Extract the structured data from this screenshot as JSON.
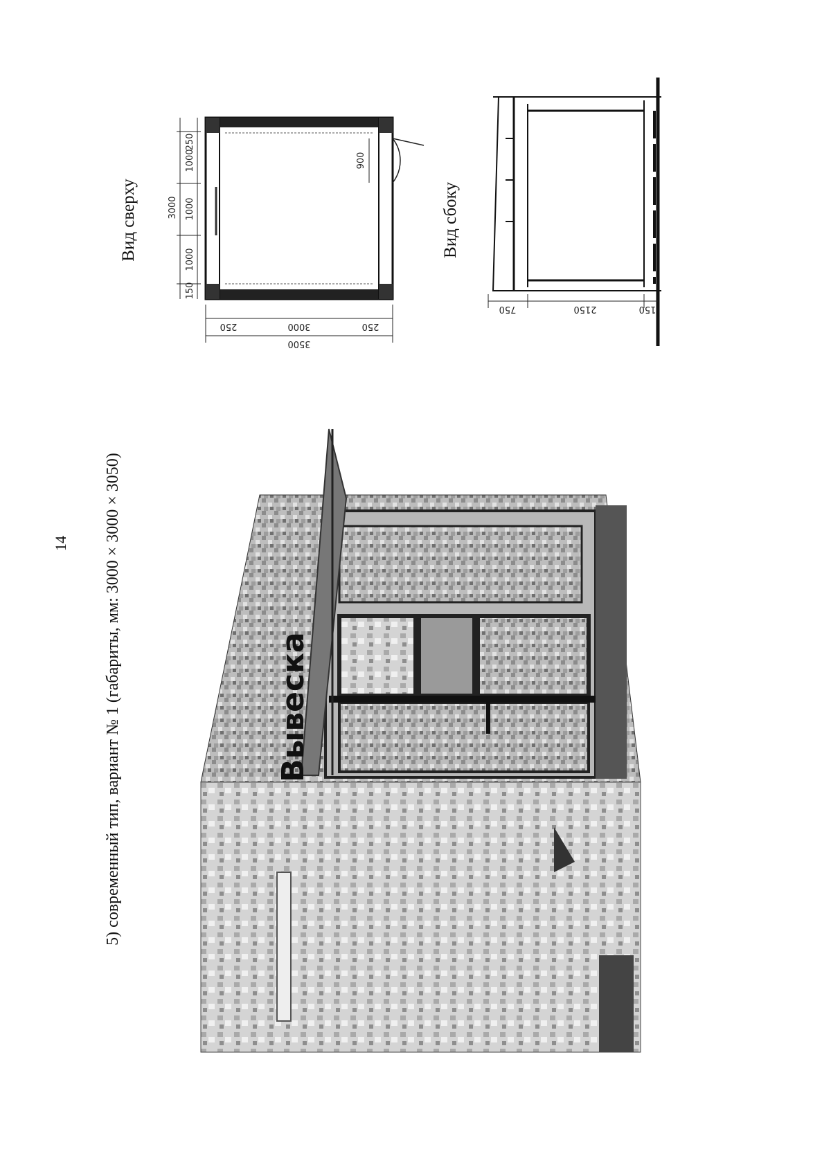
{
  "page": {
    "number": "14"
  },
  "caption": "5) современный тип, вариант № 1 (габариты, мм: 3000 × 3000 × 3050)",
  "views": {
    "top_label": "Вид сверху",
    "side_label": "Вид сбоку"
  },
  "top_view_dims": {
    "d250a": "250",
    "d1000a": "1000",
    "d1000b": "1000",
    "d1000c": "1000",
    "d3000": "3000",
    "d150": "150",
    "d900": "900",
    "b250a": "250",
    "b3000": "3000",
    "b250b": "250",
    "b3500": "3500"
  },
  "side_view_dims": {
    "d750": "750",
    "d2150": "2150",
    "d150": "150"
  },
  "sign_text": "Вывеска"
}
